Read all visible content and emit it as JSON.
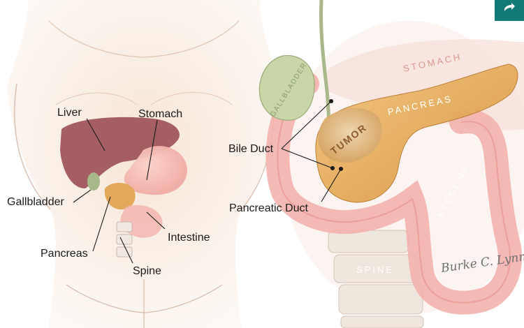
{
  "labels": {
    "liver": "Liver",
    "stomach": "Stomach",
    "gallbladder": "Gallbladder",
    "pancreas": "Pancreas",
    "intestine": "Intestine",
    "spine": "Spine",
    "bile_duct": "Bile Duct",
    "pancreatic_duct": "Pancreatic Duct"
  },
  "organ_text": {
    "stomach": "STOMACH",
    "gallbladder": "GALLBLADDER",
    "pancreas": "PANCREAS",
    "tumor": "TUMOR",
    "intestine": "INTESTINE",
    "spine": "SPINE"
  },
  "signature": "Burke C. Lynm",
  "colors": {
    "badge": "#127a76",
    "skin": "#f2dccb",
    "liver": "#9b4f55",
    "stomach": "#f0a9a0",
    "pancreas": "#e3a95a",
    "intestine": "#f3b3ad",
    "gallbladder": "#c8d6a8"
  },
  "icons": [
    "share-icon"
  ]
}
